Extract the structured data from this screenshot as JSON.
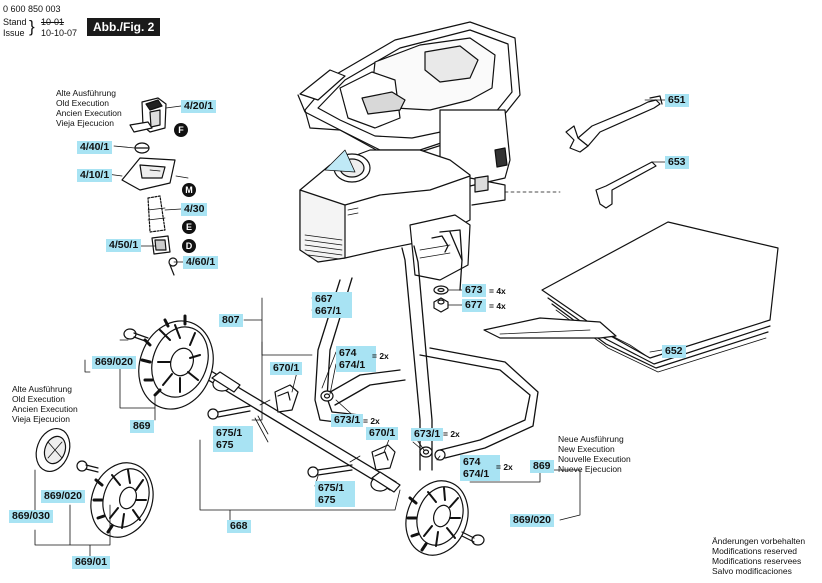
{
  "header": {
    "doc_number": "0 600 850 003",
    "stand_label": "Stand",
    "issue_label": "Issue",
    "old_revision": "10-01",
    "revision": "10-10-07",
    "figure": "Abb./Fig. 2"
  },
  "notes": {
    "old_execution_top": [
      "Alte Ausführung",
      "Old Execution",
      "Ancien Execution",
      "Vieja Ejecucion"
    ],
    "old_execution_left": [
      "Alte Ausführung",
      "Old Execution",
      "Ancien Execution",
      "Vieja Ejecucion"
    ],
    "new_execution": [
      "Neue Ausführung",
      "New Execution",
      "Nouvelle Execution",
      "Nueve Ejecucion"
    ],
    "modifications": [
      "Änderungen vorbehalten",
      "Modifications reserved",
      "Modifications reservees",
      "Salvo modificaciones"
    ]
  },
  "circle_labels": {
    "f": "F",
    "m": "M",
    "e": "E",
    "d": "D"
  },
  "parts": {
    "p420_1": "4/20/1",
    "p440_1": "4/40/1",
    "p410_1": "4/10/1",
    "p430": "4/30",
    "p450_1": "4/50/1",
    "p460_1": "4/60/1",
    "p651": "651",
    "p653": "653",
    "p673": "673",
    "p677": "677",
    "p652": "652",
    "p807": "807",
    "p667": "667",
    "p667_1": "667/1",
    "p674": "674",
    "p674_1": "674/1",
    "p670_1_a": "670/1",
    "p673_1_a": "673/1",
    "p675_1_a": "675/1",
    "p675_a": "675",
    "p670_1_b": "670/1",
    "p673_1_b": "673/1",
    "p674_b": "674",
    "p674_1_b": "674/1",
    "p675_1_b": "675/1",
    "p675_b": "675",
    "p668": "668",
    "p869_020_top": "869/020",
    "p869_top": "869",
    "p869_020_left": "869/020",
    "p869_030": "869/030",
    "p869_01": "869/01",
    "p869_right": "869",
    "p869_020_right": "869/020"
  },
  "quantities": {
    "q673": "= 4x",
    "q677": "= 4x",
    "q674": "= 2x",
    "q673_1_a": "= 2x",
    "q673_1_b": "= 2x",
    "q674_b": "= 2x"
  }
}
